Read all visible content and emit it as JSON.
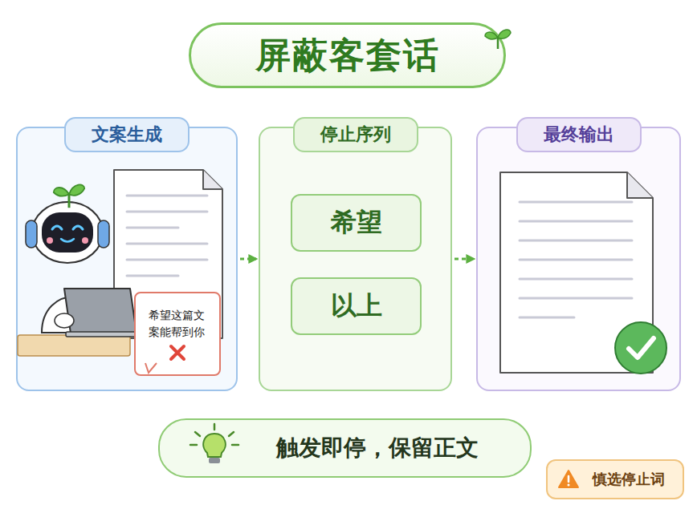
{
  "diagram": {
    "title": "屏蔽客套话",
    "nodes": [
      {
        "text": [
          "文案生成"
        ]
      },
      {
        "text": [
          "希望这篇文案能帮到你"
        ],
        "in": 0
      },
      {
        "text": [
          "停止序列"
        ]
      },
      {
        "text": [
          "希望"
        ],
        "in": 2
      },
      {
        "text": [
          "以上"
        ],
        "in": 2
      },
      {
        "text": [
          "最终输出"
        ]
      },
      {
        "text": [
          "触发即停，保留正文"
        ]
      },
      {
        "text": [
          "慎选停止词"
        ]
      }
    ],
    "edges": [
      {
        "from": 0,
        "to": 2,
        "arrow": "to"
      },
      {
        "from": 2,
        "to": 5,
        "arrow": "to"
      }
    ]
  }
}
